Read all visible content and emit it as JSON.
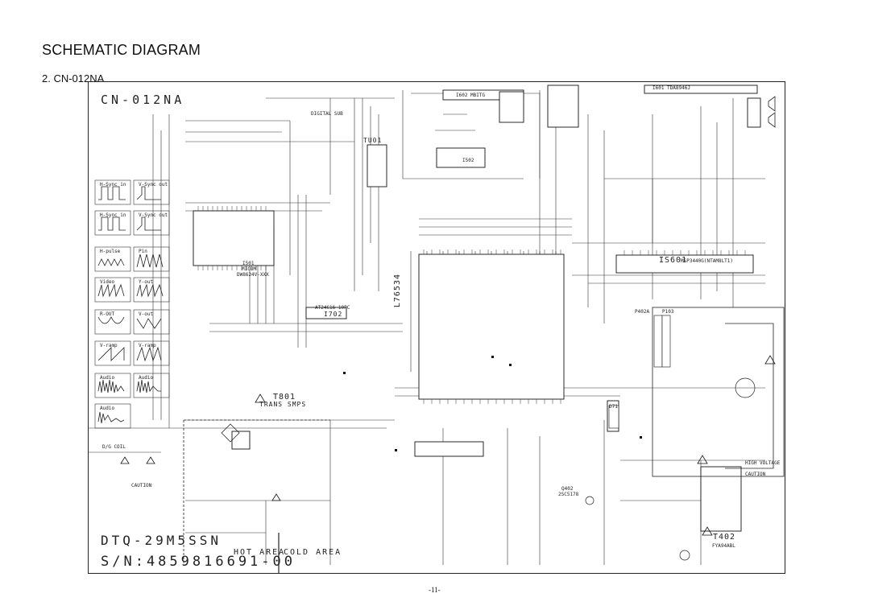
{
  "header": {
    "title": "SCHEMATIC DIAGRAM",
    "subtitle": "2. CN-012NA"
  },
  "watermarks": {
    "model": "CN-012NA",
    "chassis": "DTQ-29M5SSN",
    "serial": "S/N:4859816691-00",
    "hot_area": "HOT AREA",
    "cold_area": "COLD AREA"
  },
  "labels": {
    "tu01": "TU01",
    "i501": "I501",
    "micom": "MICOM",
    "micom_part": "DW8624V-XXX",
    "ic_lt": "L76534",
    "ic_i702": "I702",
    "ic_i702_part": "AT24C16-10PC",
    "is601": "IS601",
    "is601_part": "MSP3440G(NTAM8LT1)",
    "t801": "T801",
    "trans_smps": "TRANS SMPS",
    "t402": "T402",
    "t402_part": "FYA94ABL",
    "q402": "Q402",
    "q402_part": "2SC5178",
    "i602": "I602 MBITG",
    "i502": "I502",
    "high_voltage": "HIGH VOLTAGE",
    "caution": "CAUTION",
    "caution2": "CAUTION",
    "deg_coil": "D/G COIL",
    "p402a": "P402A",
    "p103": "P103",
    "digital_sub": "DIGITAL SUB",
    "i601": "I601 TDA8946J",
    "d71": "D71"
  },
  "waveforms": [
    {
      "id": "1",
      "name": "H-Sync in"
    },
    {
      "id": "2",
      "name": "V-Sync out"
    },
    {
      "id": "3",
      "name": "H-Sync in"
    },
    {
      "id": "4",
      "name": "V-Sync out"
    },
    {
      "id": "5",
      "name": "H-pulse"
    },
    {
      "id": "6",
      "name": "Pin"
    },
    {
      "id": "7",
      "name": "Video"
    },
    {
      "id": "8",
      "name": "Y-out"
    },
    {
      "id": "9",
      "name": "R-OUT"
    },
    {
      "id": "10",
      "name": "V-out"
    },
    {
      "id": "11",
      "name": "V-ramp"
    },
    {
      "id": "12",
      "name": "V-ramp"
    },
    {
      "id": "13",
      "name": "Audio"
    },
    {
      "id": "14",
      "name": "Audio"
    },
    {
      "id": "15",
      "name": "Audio"
    }
  ],
  "footer": {
    "page": "-11-"
  }
}
